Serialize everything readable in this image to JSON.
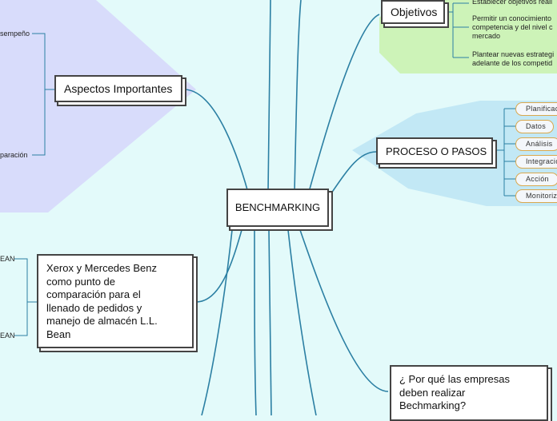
{
  "center": {
    "label": "BENCHMARKING"
  },
  "objetivos": {
    "label": "Objetivos",
    "items": [
      "Establecer objetivos reali",
      "Permitir un conocimiento",
      "competencia y del nivel c",
      "mercado",
      "Plantear nuevas estrategi",
      "adelante de los competid"
    ]
  },
  "proceso": {
    "label": "PROCESO O PASOS",
    "steps": [
      "Planificaci",
      "Datos",
      "Análisis",
      "Integració",
      "Acción",
      "Monitoriza"
    ]
  },
  "aspectos": {
    "label": "Aspectos Importantes",
    "items": [
      "sempeño",
      "paración"
    ]
  },
  "xerox": {
    "lines": [
      "Xerox y Mercedes Benz",
      "como punto de",
      "comparación para el",
      "llenado de pedidos y",
      "manejo de almacén L.L.",
      "Bean"
    ],
    "items": [
      "EAN",
      "EAN"
    ]
  },
  "porque": {
    "lines": [
      "¿ Por qué las empresas",
      "deben realizar",
      "Bechmarking?"
    ]
  },
  "colors": {
    "background": "#e3fafa",
    "connector": "#2b7fa3",
    "objetivos_zone": "#cdf3b8",
    "proceso_zone": "#c2e8f5",
    "aspectos_zone": "#d8dcfb",
    "pill_border": "#d9a84e"
  }
}
